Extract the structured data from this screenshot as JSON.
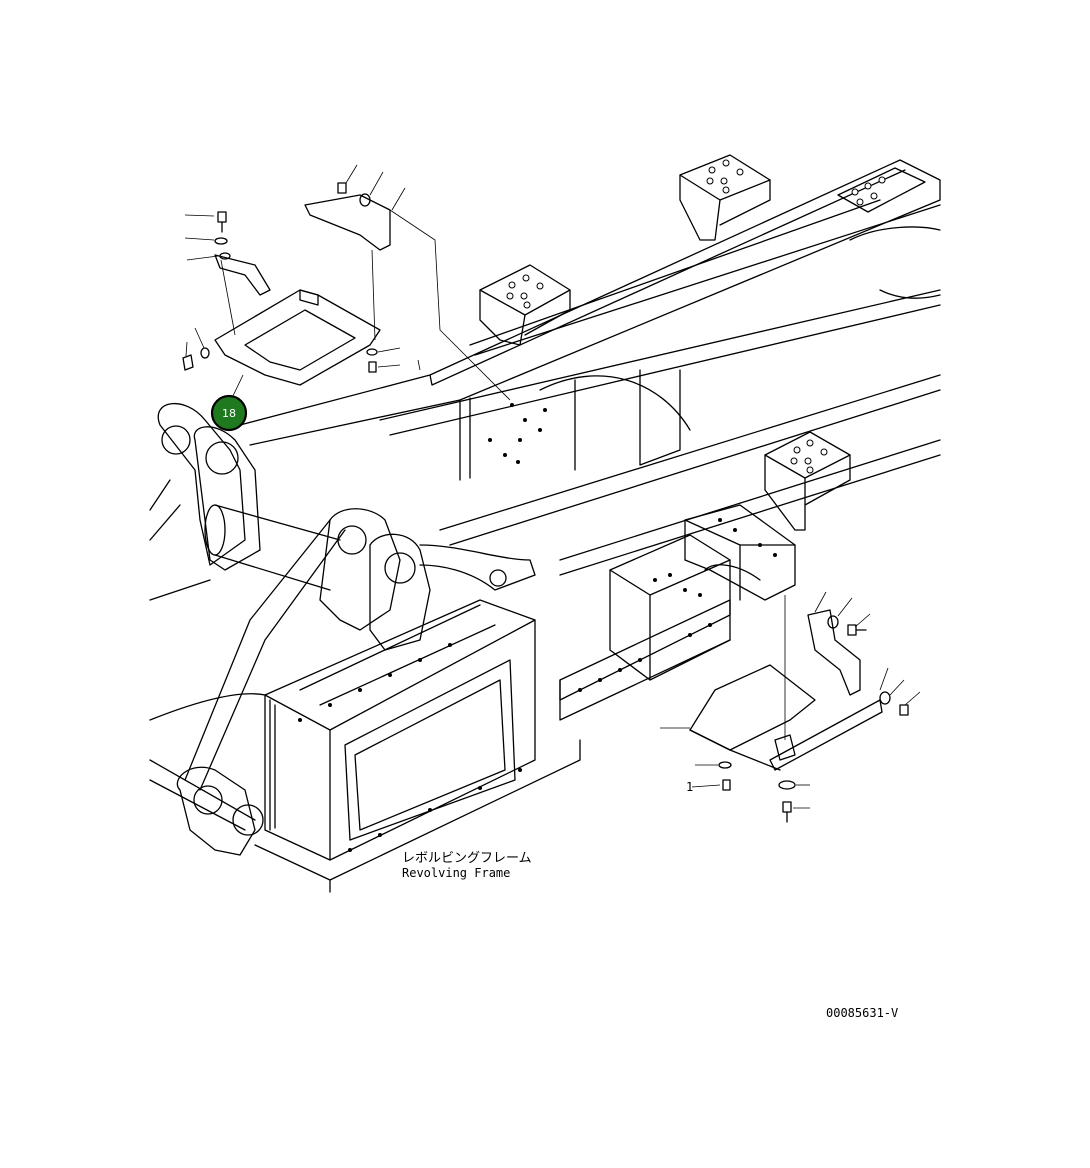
{
  "diagram": {
    "callout": {
      "number": "18",
      "color": "#1f7a1f"
    },
    "frame_label": {
      "japanese": "レボルビングフレーム",
      "english": "Revolving Frame"
    },
    "figure_id": "00085631-V",
    "part_ref_mark": "1"
  }
}
